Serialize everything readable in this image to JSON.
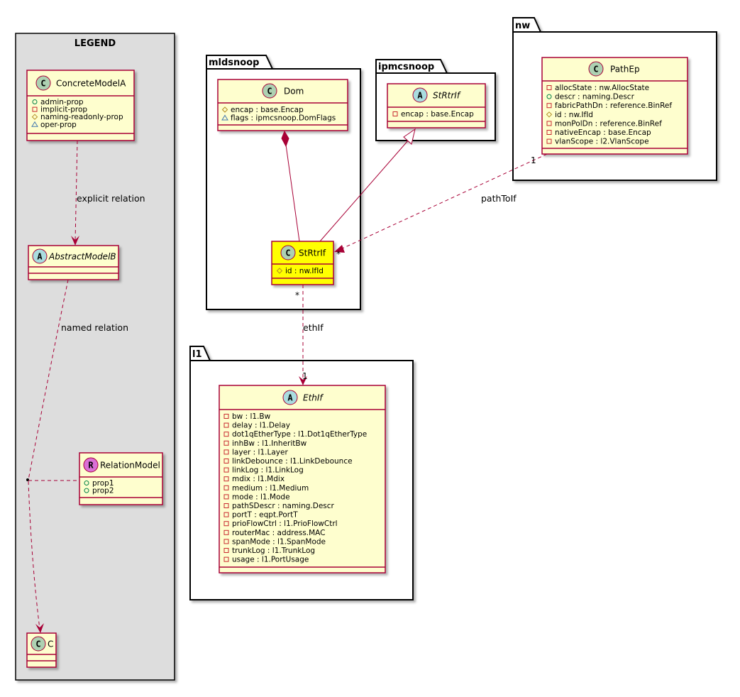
{
  "colors": {
    "class_fill": "#FEFECE",
    "class_border": "#A80036",
    "highlight_fill": "#FFFF00",
    "legend_fill": "#DDDDDD",
    "edge": "#A80036",
    "circle_c": "#ADD1B2",
    "circle_a": "#A9DCDF",
    "circle_r": "#DA70D6"
  },
  "legend": {
    "title": "LEGEND",
    "concrete": {
      "name": "ConcreteModelA",
      "stereotype": "C",
      "members": [
        {
          "vis": "public",
          "text": "admin-prop"
        },
        {
          "vis": "private",
          "text": "implicit-prop"
        },
        {
          "vis": "protected",
          "text": "naming-readonly-prop"
        },
        {
          "vis": "package",
          "text": "oper-prop"
        }
      ]
    },
    "abstract": {
      "name": "AbstractModelB",
      "stereotype": "A"
    },
    "relation": {
      "name": "RelationModel",
      "stereotype": "R",
      "members": [
        {
          "vis": "public",
          "text": "prop1"
        },
        {
          "vis": "public",
          "text": "prop2"
        }
      ]
    },
    "c": {
      "name": "C",
      "stereotype": "C"
    },
    "explicit_label": "explicit relation",
    "named_label": "named relation"
  },
  "packages": {
    "mldsnoop": "mldsnoop",
    "ipmcsnoop": "ipmcsnoop",
    "nw": "nw",
    "l1": "l1"
  },
  "classes": {
    "dom": {
      "name": "Dom",
      "stereotype": "C",
      "members": [
        {
          "vis": "protected",
          "text": "encap : base.Encap"
        },
        {
          "vis": "package",
          "text": "flags : ipmcsnoop.DomFlags"
        }
      ]
    },
    "strtrif_mld": {
      "name": "StRtrIf",
      "stereotype": "C",
      "members": [
        {
          "vis": "protected",
          "text": "id : nw.IfId"
        }
      ]
    },
    "strtrif_ipmc": {
      "name": "StRtrIf",
      "stereotype": "A",
      "members": [
        {
          "vis": "private",
          "text": "encap : base.Encap"
        }
      ]
    },
    "pathep": {
      "name": "PathEp",
      "stereotype": "C",
      "members": [
        {
          "vis": "private",
          "text": "allocState : nw.AllocState"
        },
        {
          "vis": "public",
          "text": "descr : naming.Descr"
        },
        {
          "vis": "private",
          "text": "fabricPathDn : reference.BinRef"
        },
        {
          "vis": "protected",
          "text": "id : nw.IfId"
        },
        {
          "vis": "private",
          "text": "monPolDn : reference.BinRef"
        },
        {
          "vis": "private",
          "text": "nativeEncap : base.Encap"
        },
        {
          "vis": "private",
          "text": "vlanScope : l2.VlanScope"
        }
      ]
    },
    "ethif": {
      "name": "EthIf",
      "stereotype": "A",
      "members": [
        {
          "vis": "private",
          "text": "bw : l1.Bw"
        },
        {
          "vis": "private",
          "text": "delay : l1.Delay"
        },
        {
          "vis": "private",
          "text": "dot1qEtherType : l1.Dot1qEtherType"
        },
        {
          "vis": "private",
          "text": "inhBw : l1.InheritBw"
        },
        {
          "vis": "private",
          "text": "layer : l1.Layer"
        },
        {
          "vis": "private",
          "text": "linkDebounce : l1.LinkDebounce"
        },
        {
          "vis": "private",
          "text": "linkLog : l1.LinkLog"
        },
        {
          "vis": "private",
          "text": "mdix : l1.Mdix"
        },
        {
          "vis": "private",
          "text": "medium : l1.Medium"
        },
        {
          "vis": "private",
          "text": "mode : l1.Mode"
        },
        {
          "vis": "private",
          "text": "pathSDescr : naming.Descr"
        },
        {
          "vis": "private",
          "text": "portT : eqpt.PortT"
        },
        {
          "vis": "private",
          "text": "prioFlowCtrl : l1.PrioFlowCtrl"
        },
        {
          "vis": "private",
          "text": "routerMac : address.MAC"
        },
        {
          "vis": "private",
          "text": "spanMode : l1.SpanMode"
        },
        {
          "vis": "private",
          "text": "trunkLog : l1.TrunkLog"
        },
        {
          "vis": "private",
          "text": "usage : l1.PortUsage"
        }
      ]
    }
  },
  "relations": {
    "pathToIf": {
      "label": "pathToIf",
      "from_mult": "1",
      "to_mult": "*"
    },
    "ethIf": {
      "label": "ethIf",
      "from_mult": "*",
      "to_mult": "1"
    }
  }
}
